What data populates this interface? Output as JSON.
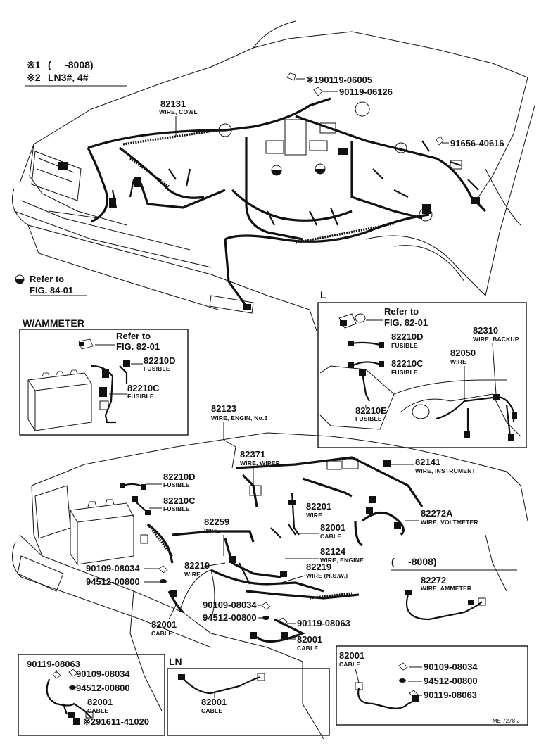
{
  "notes": {
    "note1_mark": "※1",
    "note1_text": "(     -8008)",
    "note2_mark": "※2",
    "note2_text": "LN3#, 4#"
  },
  "refer_main": {
    "line1": "Refer to",
    "line2": "FIG. 84-01"
  },
  "top_parts": {
    "p1": "※190119-06005",
    "p2": "90119-06126",
    "p3": "91656-40616",
    "cowl_no": "82131",
    "cowl_name": "WIRE, COWL"
  },
  "ammeter_box": {
    "title": "W/AMMETER",
    "refer1": "Refer to",
    "refer2": "FIG. 82-01",
    "d_no": "82210D",
    "d_name": "FUSIBLE",
    "c_no": "82210C",
    "c_name": "FUSIBLE"
  },
  "l_box": {
    "title": "L",
    "refer1": "Refer to",
    "refer2": "FIG. 82-01",
    "d_no": "82210D",
    "d_name": "FUSIBLE",
    "c_no": "82210C",
    "c_name": "FUSIBLE",
    "e_no": "82210E",
    "e_name": "FUSIBLE",
    "w_no": "82050",
    "w_name": "WIRE",
    "b_no": "82310",
    "b_name": "WIRE, BACKUP"
  },
  "engine": {
    "e3_no": "82123",
    "e3_name": "WIRE, ENGIN, No.3",
    "wiper_no": "82371",
    "wiper_name": "WIRE, WIPER",
    "instr_no": "82141",
    "instr_name": "WIRE, INSTRUMENT",
    "d_no": "82210D",
    "d_name": "FUSIBLE",
    "c_no": "82210C",
    "c_name": "FUSIBLE",
    "w201_no": "82201",
    "w201_name": "WIRE",
    "volt_no": "82272A",
    "volt_name": "WIRE, VOLTMETER",
    "w259_no": "82259",
    "w259_name": "WIRE",
    "cable_no": "82001",
    "cable_name": "CABLE",
    "eng_no": "82124",
    "eng_name": "WIRE, ENGINE",
    "nsw_no": "82219",
    "nsw_name": "WIRE (N.S.W.)",
    "w219_no": "82219",
    "w219_name": "WIRE",
    "bolt1": "90109-08034",
    "nut1": "94512-00800",
    "bolt2": "90109-08034",
    "nut2": "94512-00800",
    "bolt3": "90119-08063",
    "cable2_no": "82001",
    "cable2_name": "CABLE",
    "cable3_no": "82001",
    "cable3_name": "CABLE"
  },
  "ammeter_wire": {
    "range": "(     -8008)",
    "no": "82272",
    "name": "WIRE, AMMETER"
  },
  "box_bl": {
    "p1": "90119-08063",
    "p2": "90109-08034",
    "p3": "94512-00800",
    "cable_no": "82001",
    "cable_name": "CABLE",
    "p4": "※291611-41020"
  },
  "box_ln": {
    "title": "LN",
    "cable_no": "82001",
    "cable_name": "CABLE"
  },
  "box_br": {
    "cable_no": "82001",
    "cable_name": "CABLE",
    "p1": "90109-08034",
    "p2": "94512-00800",
    "p3": "90119-08063"
  },
  "code": "ME 7278-J"
}
